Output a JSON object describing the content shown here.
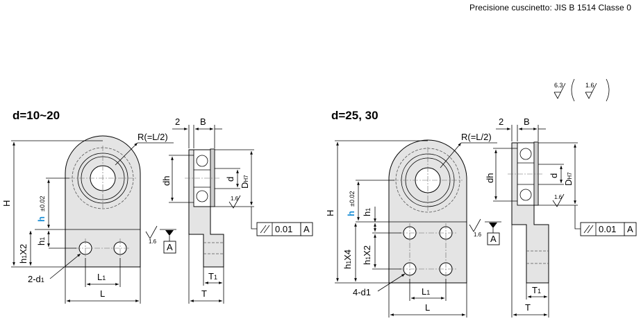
{
  "header": {
    "note": "Precisione cuscinetto: JIS   B   1514   Classe 0"
  },
  "surface_finish": {
    "value_a": "6.3",
    "value_b": "1.6"
  },
  "left_view": {
    "title": "d=10~20",
    "labels": {
      "H": "H",
      "h": "h",
      "tol": "±0.02",
      "h1": "h",
      "h1_sub": "1",
      "h1x2": "h",
      "h1x2_sub": "1",
      "h1x2_suffix": "X2",
      "holes": "2-d",
      "holes_sub": "1",
      "L1": "L",
      "L1_sub": "1",
      "L": "L",
      "radius": "R(=L/2)",
      "two": "2",
      "B": "B",
      "dh": "dh",
      "d": "d",
      "D": "D",
      "D_sub": "H7",
      "roughness": "1.6",
      "datum": "A",
      "parallel_value": "0.01",
      "parallel_datum": "A",
      "T1": "T",
      "T1_sub": "1",
      "T": "T"
    }
  },
  "right_view": {
    "title": "d=25, 30",
    "labels": {
      "H": "H",
      "h": "h",
      "tol": "±0.02",
      "h1": "h",
      "h1_sub": "1",
      "h1x2": "h",
      "h1x2_sub": "1",
      "h1x2_suffix": "X2",
      "h1x4": "h",
      "h1x4_sub": "1",
      "h1x4_suffix": "X4",
      "holes": "4-d1",
      "L1": "L",
      "L1_sub": "1",
      "L": "L",
      "radius": "R(=L/2)",
      "two": "2",
      "B": "B",
      "dh": "dh",
      "d": "d",
      "D": "D",
      "D_sub": "H7",
      "roughness": "1.6",
      "datum": "A",
      "parallel_value": "0.01",
      "parallel_datum": "A",
      "T1": "T",
      "T1_sub": "1",
      "T": "T"
    }
  }
}
